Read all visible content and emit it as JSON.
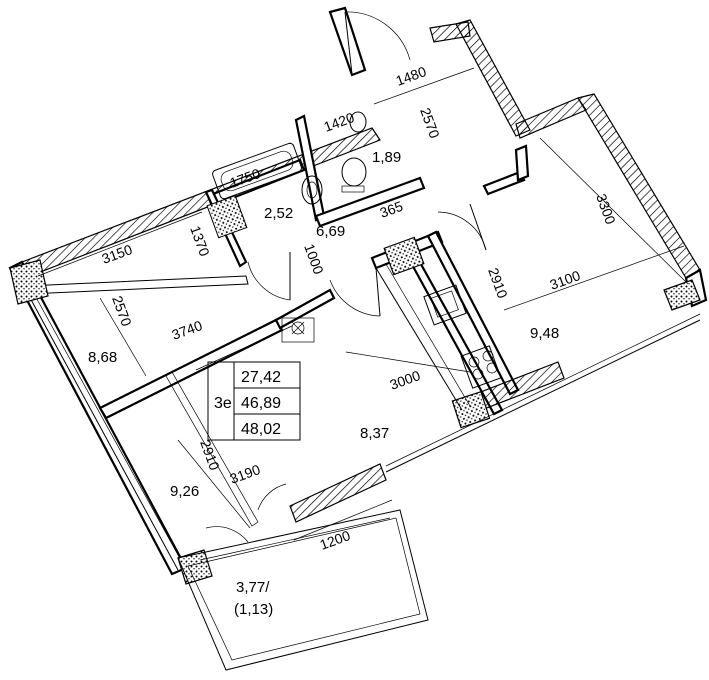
{
  "apartment": {
    "type_label": "3е",
    "living_area": "27,42",
    "total_area": "46,89",
    "total_area_with_balcony": "48,02"
  },
  "rooms": {
    "living_room": "8,68",
    "bedroom": "9,26",
    "kitchen_living": "8,37",
    "kitchen": "9,48",
    "hall": "6,69",
    "bathroom": "2,52",
    "wc": "1,89",
    "balcony_area": "3,77/",
    "balcony_reduced": "(1,13)"
  },
  "dimensions": {
    "d1480": "1480",
    "d1420": "1420",
    "d2570_top": "2570",
    "d3300": "3300",
    "d1750": "1750",
    "d3150": "3150",
    "d1370": "1370",
    "d1000": "1000",
    "d365": "365",
    "d2910_right": "2910",
    "d3100": "3100",
    "d2570_left": "2570",
    "d3740": "3740",
    "d3000": "3000",
    "d2910_left": "2910",
    "d3190": "3190",
    "d1200": "1200"
  },
  "icons": [
    "bathtub-icon",
    "sink-icon",
    "toilet-icon",
    "stove-icon",
    "kitchen-sink-icon",
    "ventilation-icon"
  ]
}
